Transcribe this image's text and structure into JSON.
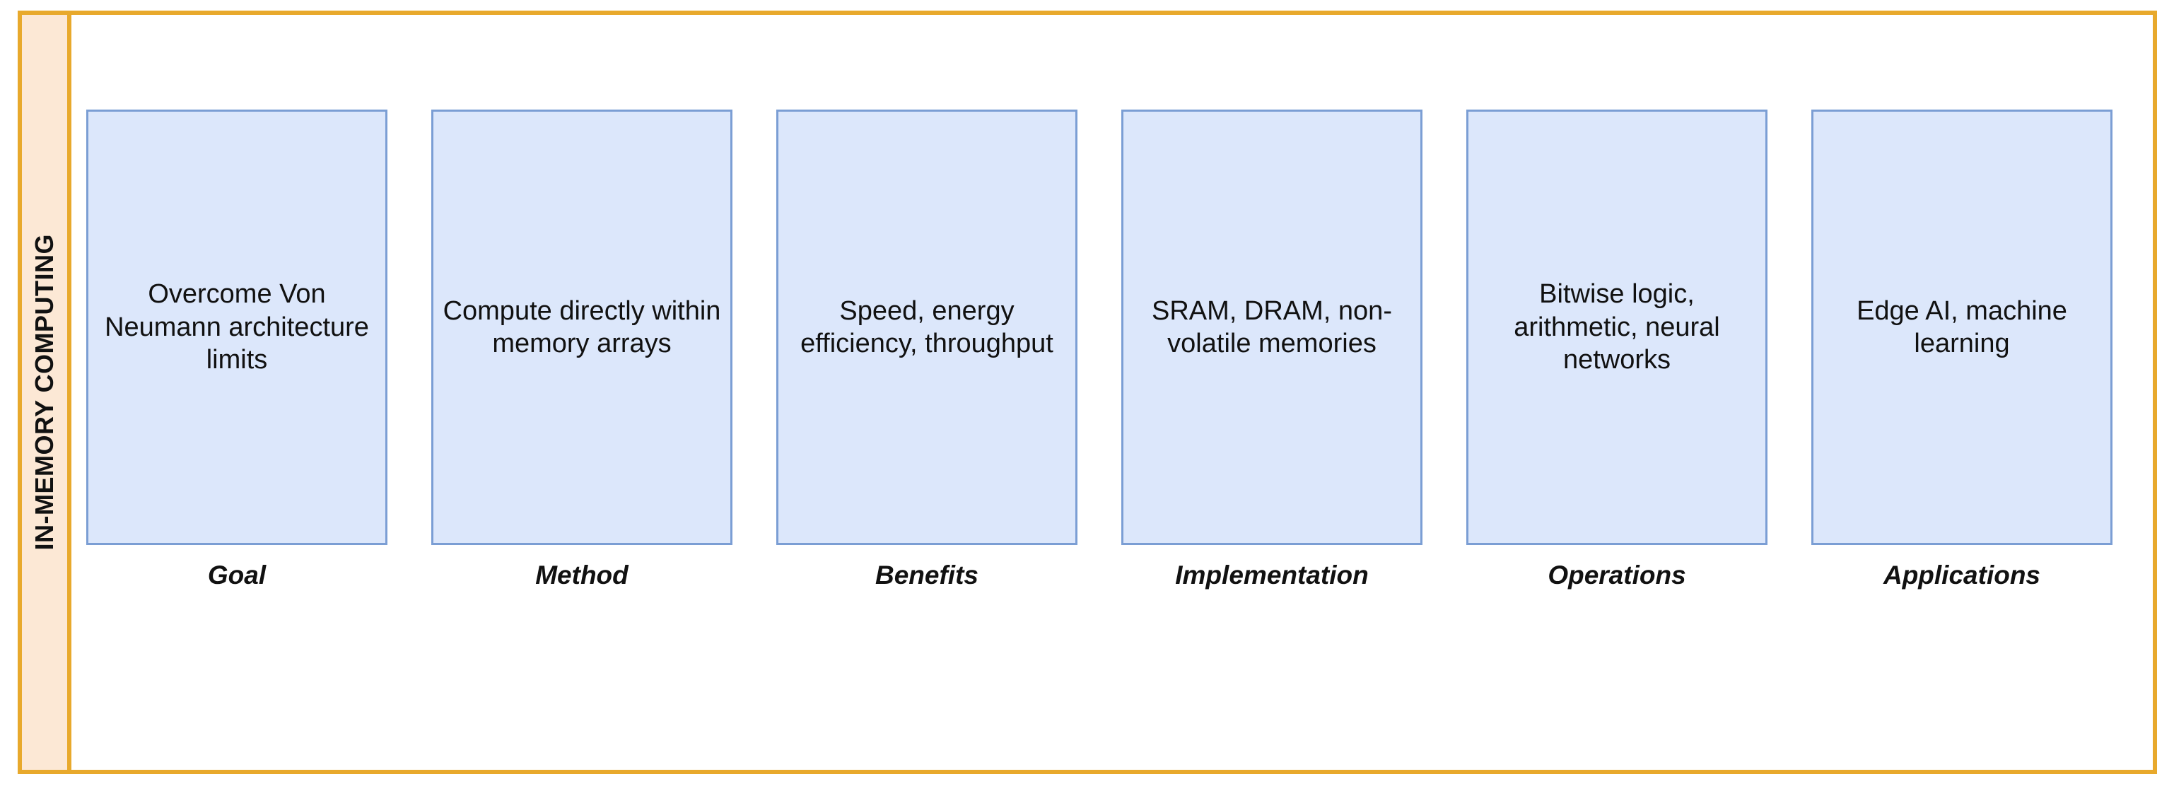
{
  "banner": {
    "label": "IN-MEMORY COMPUTING"
  },
  "colors": {
    "frame_border": "#e8a92c",
    "banner_fill": "#fce8d5",
    "card_fill": "#dce7fb",
    "card_border": "#7b9ed4",
    "text": "#111111",
    "background": "#ffffff"
  },
  "diagram": {
    "type": "horizontal-aspect-breakdown",
    "columns": [
      {
        "caption": "Goal",
        "text": "Overcome Von Neumann architecture limits"
      },
      {
        "caption": "Method",
        "text": "Compute directly within memory arrays"
      },
      {
        "caption": "Benefits",
        "text": "Speed, energy efficiency, throughput"
      },
      {
        "caption": "Implementation",
        "text": "SRAM, DRAM, non-volatile memories"
      },
      {
        "caption": "Operations",
        "text": "Bitwise logic, arithmetic, neural networks"
      },
      {
        "caption": "Applications",
        "text": "Edge AI, machine learning"
      }
    ]
  }
}
